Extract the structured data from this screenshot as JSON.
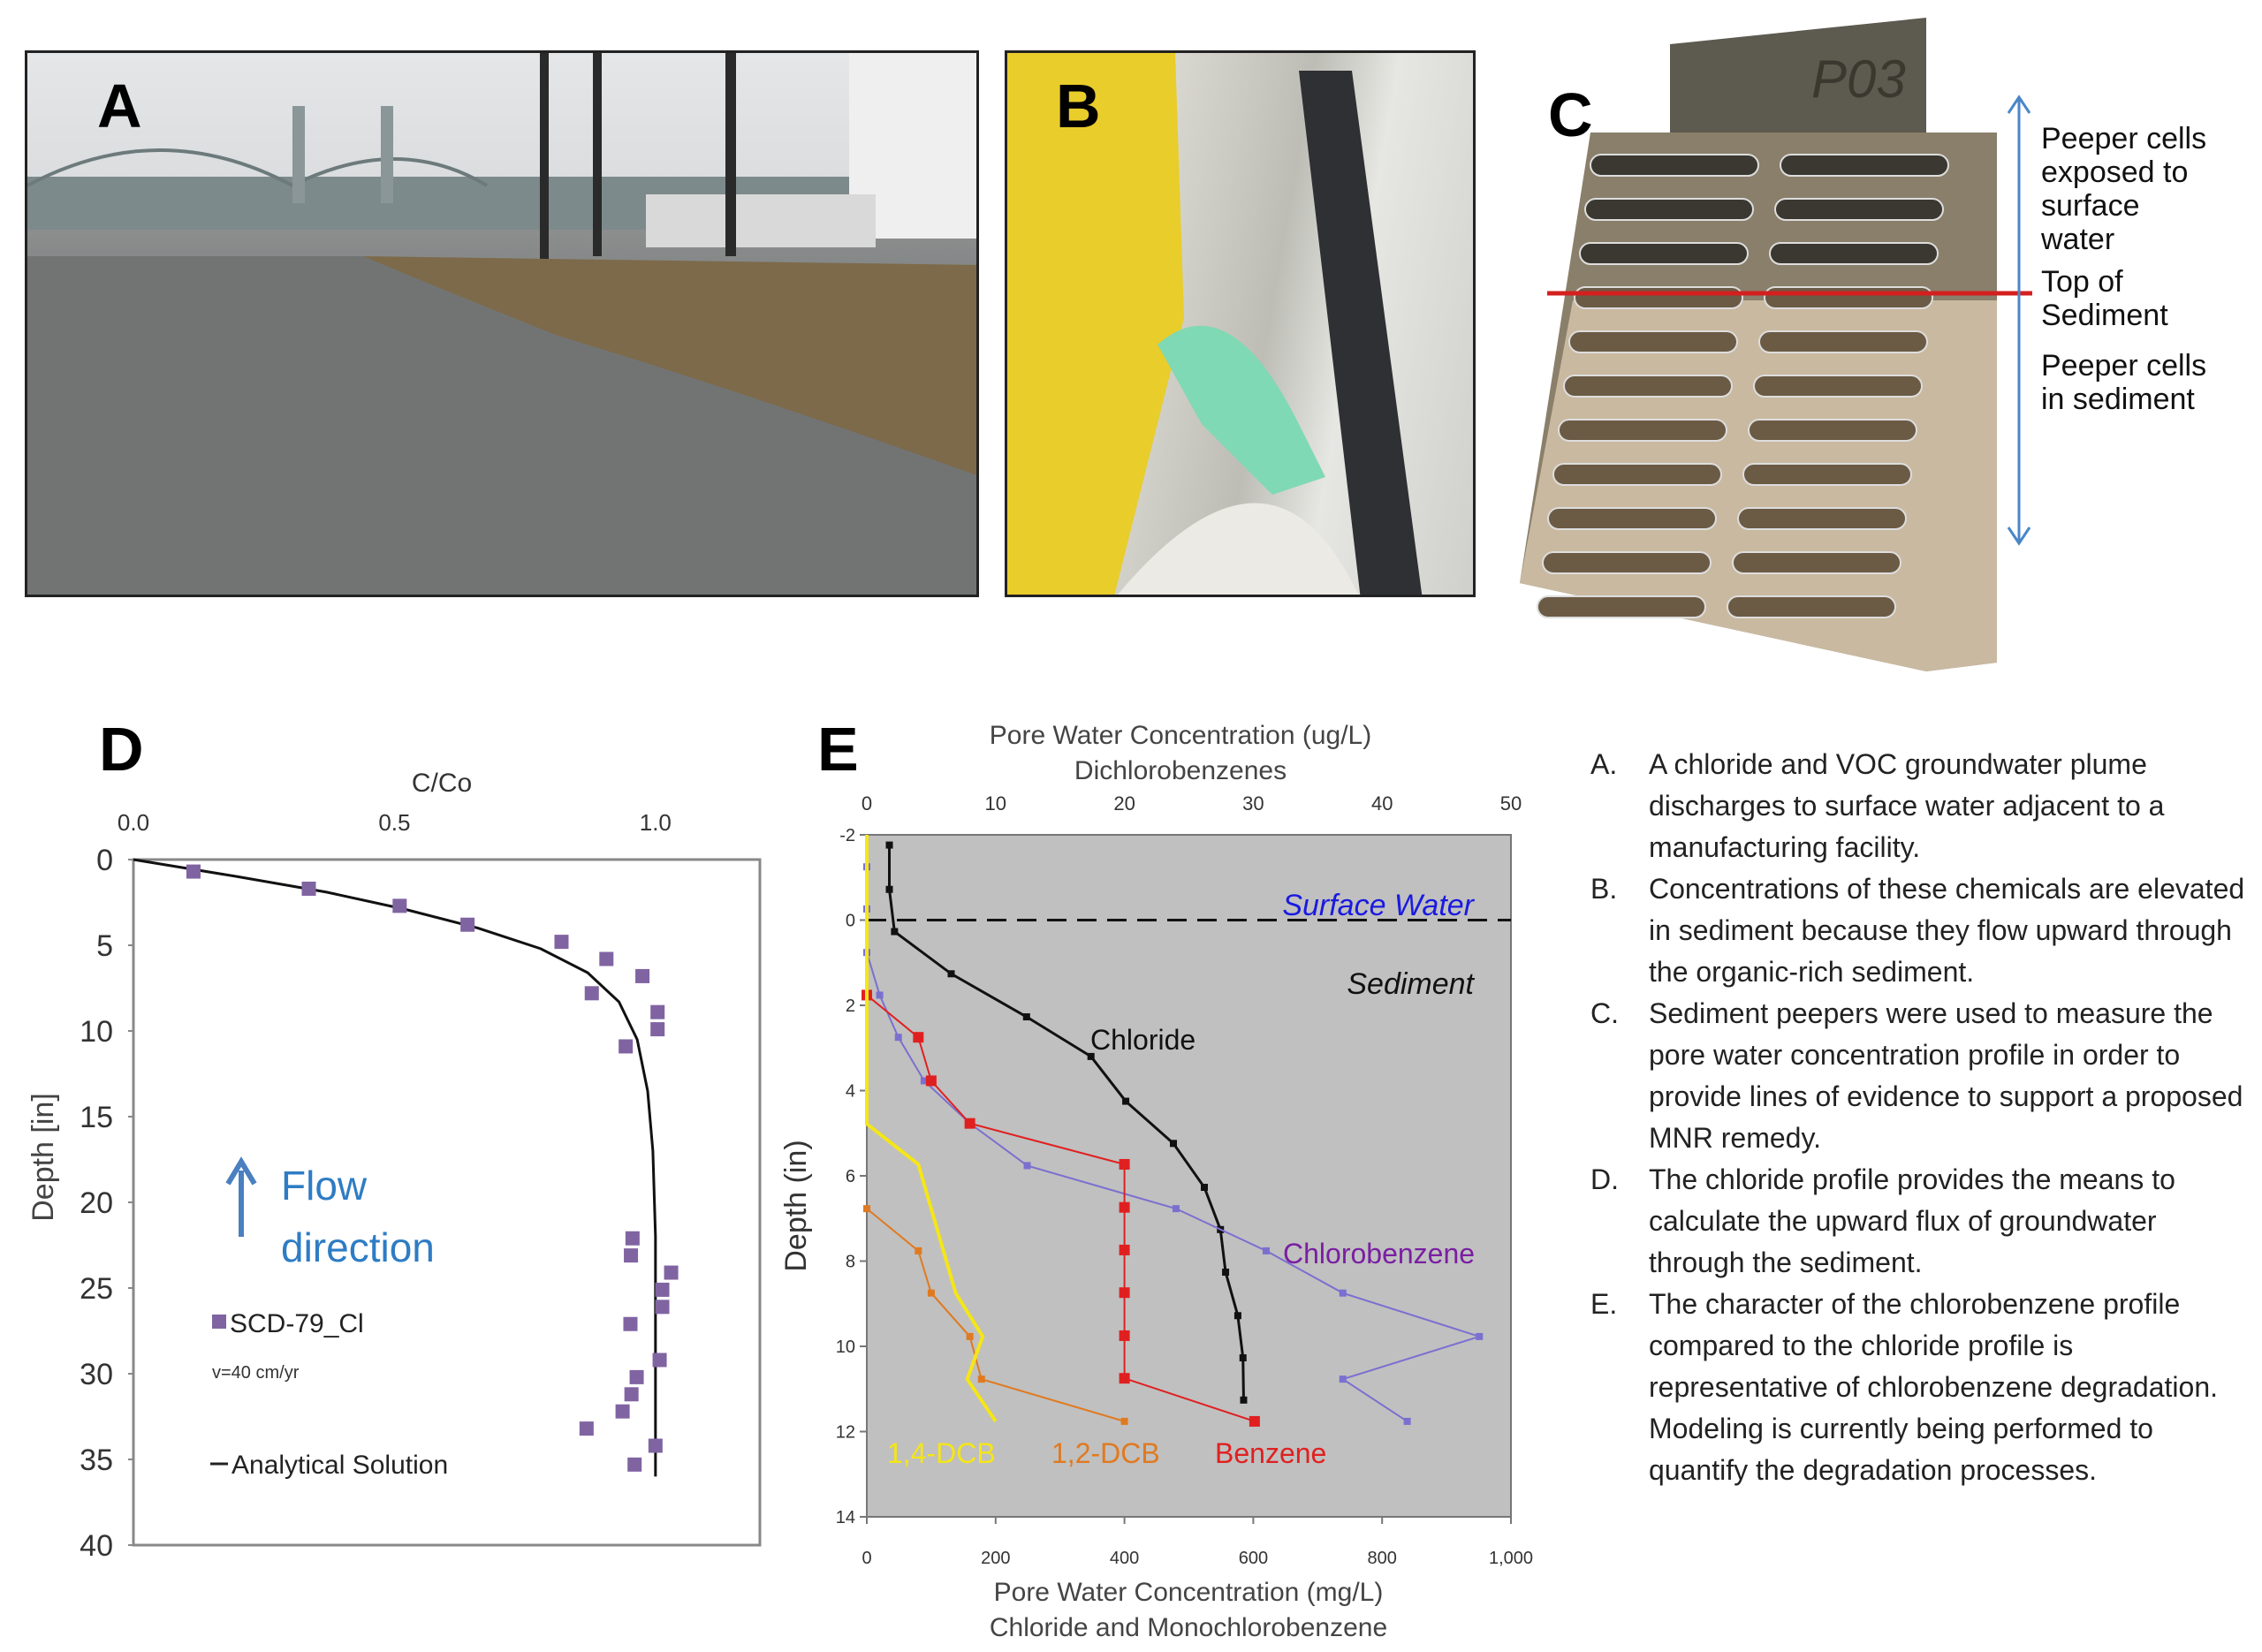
{
  "panels": {
    "a": {
      "letter": "A"
    },
    "b": {
      "letter": "B"
    },
    "c": {
      "letter": "C",
      "peeper_id": "P03",
      "label_exposed": [
        "Peeper cells",
        "exposed to",
        "surface",
        "water"
      ],
      "label_top": [
        "Top of",
        "Sediment"
      ],
      "label_in_sediment": [
        "Peeper cells",
        "in sediment"
      ],
      "colors": {
        "sediment_line": "#d41f1f",
        "arrow": "#4a86c8"
      }
    },
    "d": {
      "letter": "D"
    },
    "e": {
      "letter": "E"
    }
  },
  "caption": [
    {
      "letter": "A.",
      "text": "A chloride and VOC groundwater plume discharges to surface water adjacent to a manufacturing facility."
    },
    {
      "letter": "B.",
      "text": "Concentrations of these chemicals are elevated in sediment because they flow upward through the organic-rich sediment."
    },
    {
      "letter": "C.",
      "text": "Sediment peepers were used to measure the pore water concentration profile in order to provide lines of evidence to support a proposed MNR remedy."
    },
    {
      "letter": "D.",
      "text": "The chloride profile provides the means to calculate the upward flux of groundwater through the sediment."
    },
    {
      "letter": "E.",
      "text": "The character of the chlorobenzene profile compared to the chloride profile is representative of chlorobenzene degradation. Modeling is currently being performed to quantify the degradation processes."
    }
  ],
  "chart_data": [
    {
      "type": "scatter",
      "title": "",
      "xlabel": "C/Co",
      "ylabel": "Depth [in]",
      "xlim": [
        0,
        1.2
      ],
      "ylim": [
        0,
        40
      ],
      "y_inverted": true,
      "x_axis_position": "top",
      "xticks": [
        "0.0",
        "0.5",
        "1.0"
      ],
      "xtick_values": [
        0,
        0.5,
        1.0
      ],
      "yticks": [
        "0",
        "5",
        "10",
        "15",
        "20",
        "25",
        "30",
        "35",
        "40"
      ],
      "ytick_values": [
        0,
        5,
        10,
        15,
        20,
        25,
        30,
        35,
        40
      ],
      "legend": {
        "placement": "lower-left",
        "entries": [
          "SCD-79_Cl",
          "Analytical Solution"
        ]
      },
      "annotation_velocity": "v=40 cm/yr",
      "annotation_flow": [
        "Flow",
        "direction"
      ],
      "series": [
        {
          "name": "SCD-79_Cl",
          "kind": "marker",
          "color": "#8064a2",
          "points": [
            [
              0.115,
              0.7
            ],
            [
              0.336,
              1.7
            ],
            [
              0.51,
              2.7
            ],
            [
              0.64,
              3.8
            ],
            [
              0.82,
              4.8
            ],
            [
              0.906,
              5.8
            ],
            [
              0.975,
              6.8
            ],
            [
              0.878,
              7.8
            ],
            [
              1.004,
              8.9
            ],
            [
              1.004,
              9.9
            ],
            [
              0.943,
              10.9
            ],
            [
              0.956,
              22.1
            ],
            [
              0.953,
              23.1
            ],
            [
              1.03,
              24.1
            ],
            [
              1.013,
              25.1
            ],
            [
              1.013,
              26.1
            ],
            [
              0.952,
              27.1
            ],
            [
              1.008,
              29.2
            ],
            [
              0.964,
              30.2
            ],
            [
              0.954,
              31.2
            ],
            [
              0.937,
              32.2
            ],
            [
              0.868,
              33.2
            ],
            [
              1.0,
              34.2
            ],
            [
              0.96,
              35.3
            ]
          ]
        },
        {
          "name": "Analytical Solution",
          "kind": "line",
          "color": "#111111",
          "points": [
            [
              0,
              0
            ],
            [
              0.2,
              1.0
            ],
            [
              0.37,
              1.9
            ],
            [
              0.52,
              2.9
            ],
            [
              0.66,
              4.0
            ],
            [
              0.78,
              5.2
            ],
            [
              0.87,
              6.6
            ],
            [
              0.93,
              8.3
            ],
            [
              0.965,
              10.5
            ],
            [
              0.985,
              13.5
            ],
            [
              0.995,
              17
            ],
            [
              1.0,
              22
            ],
            [
              1.0,
              36
            ]
          ]
        }
      ]
    },
    {
      "type": "line",
      "title": "",
      "xlabel_bottom": [
        "Pore Water Concentration (mg/L)",
        "Chloride and Monochlorobenzene"
      ],
      "xlabel_top": [
        "Pore Water Concentration (ug/L)",
        "Dichlorobenzenes"
      ],
      "ylabel": "Depth (in)",
      "xlim_bottom": [
        0,
        1000
      ],
      "xlim_top": [
        0,
        50
      ],
      "ylim": [
        -2,
        14
      ],
      "y_inverted": true,
      "xticks_bottom": [
        "0",
        "200",
        "400",
        "600",
        "800",
        "1,000"
      ],
      "xtick_values_bottom": [
        0,
        200,
        400,
        600,
        800,
        1000
      ],
      "xticks_top": [
        "0",
        "10",
        "20",
        "30",
        "40",
        "50"
      ],
      "xtick_values_top": [
        0,
        10,
        20,
        30,
        40,
        50
      ],
      "yticks": [
        "-2",
        "0",
        "2",
        "4",
        "6",
        "8",
        "10",
        "12",
        "14"
      ],
      "ytick_values": [
        -2,
        0,
        2,
        4,
        6,
        8,
        10,
        12,
        14
      ],
      "background": "#c0c0c0",
      "surface_line_depth": 0,
      "annotation_surface": "Surface Water",
      "annotation_sediment": "Sediment",
      "series": [
        {
          "name": "Chloride",
          "axis": "bottom",
          "color": "#111111",
          "points": [
            [
              35,
              -1.76
            ],
            [
              35,
              -0.72
            ],
            [
              43,
              0.27
            ],
            [
              131,
              1.26
            ],
            [
              248,
              2.27
            ],
            [
              348,
              3.2
            ],
            [
              402,
              4.25
            ],
            [
              476,
              5.24
            ],
            [
              524,
              6.27
            ],
            [
              549,
              7.26
            ],
            [
              557,
              8.26
            ],
            [
              576,
              9.28
            ],
            [
              584,
              10.27
            ],
            [
              585,
              11.26
            ]
          ]
        },
        {
          "name": "Chlorobenzene",
          "axis": "bottom",
          "color": "#7b6fd0",
          "label_color": "#7a1fa2",
          "points": [
            [
              0,
              -1.25
            ],
            [
              0,
              -0.26
            ],
            [
              0,
              0.76
            ],
            [
              20,
              1.76
            ],
            [
              49,
              2.75
            ],
            [
              89,
              3.77
            ],
            [
              160,
              4.77
            ],
            [
              249,
              5.76
            ],
            [
              480,
              6.77
            ],
            [
              620,
              7.76
            ],
            [
              739,
              8.75
            ],
            [
              951,
              9.77
            ],
            [
              739,
              10.77
            ],
            [
              839,
              11.76
            ]
          ]
        },
        {
          "name": "Benzene",
          "axis": "top",
          "color": "#e02020",
          "points": [
            [
              0,
              1.76
            ],
            [
              4,
              2.75
            ],
            [
              5,
              3.77
            ],
            [
              8,
              4.77
            ],
            [
              20,
              5.73
            ],
            [
              20,
              6.74
            ],
            [
              20,
              7.74
            ],
            [
              20,
              8.74
            ],
            [
              20,
              9.75
            ],
            [
              20,
              10.75
            ],
            [
              30.1,
              11.76
            ]
          ]
        },
        {
          "name": "1,2-DCB",
          "axis": "top",
          "color": "#e07a20",
          "points": [
            [
              0,
              6.77
            ],
            [
              4,
              7.76
            ],
            [
              5,
              8.75
            ],
            [
              8,
              9.77
            ],
            [
              8.9,
              10.77
            ],
            [
              20,
              11.76
            ]
          ]
        },
        {
          "name": "1,4-DCB",
          "axis": "top",
          "color": "#f5e616",
          "points": [
            [
              0,
              -2
            ],
            [
              0,
              4.78
            ],
            [
              4,
              5.73
            ],
            [
              6.9,
              8.75
            ],
            [
              9,
              9.77
            ],
            [
              7.8,
              10.77
            ],
            [
              10,
              11.76
            ]
          ]
        }
      ]
    }
  ]
}
